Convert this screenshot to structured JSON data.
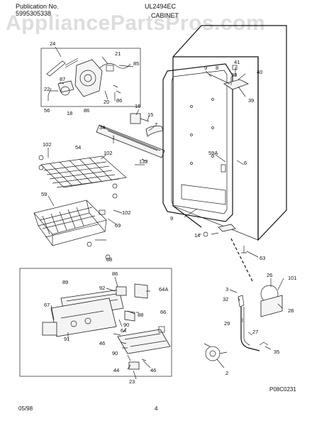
{
  "header": {
    "pub_label": "Publication No.",
    "pub_number": "5995305338",
    "model": "UL2494EC",
    "section": "CABINET"
  },
  "watermark": "AppliancePartsPros.com",
  "footer": {
    "date": "05/98",
    "page": "4",
    "figure_code": "P08C0231"
  },
  "callouts": [
    {
      "id": "c24",
      "text": "24"
    },
    {
      "id": "c21",
      "text": "21"
    },
    {
      "id": "c85",
      "text": "85"
    },
    {
      "id": "c87",
      "text": "87"
    },
    {
      "id": "c22",
      "text": "22"
    },
    {
      "id": "c56",
      "text": "56"
    },
    {
      "id": "c18",
      "text": "18"
    },
    {
      "id": "c86a",
      "text": "86"
    },
    {
      "id": "c20",
      "text": "20"
    },
    {
      "id": "c86b",
      "text": "86"
    },
    {
      "id": "c16",
      "text": "16"
    },
    {
      "id": "c15",
      "text": "15"
    },
    {
      "id": "c7",
      "text": "7"
    },
    {
      "id": "c34",
      "text": "34"
    },
    {
      "id": "c1",
      "text": "1"
    },
    {
      "id": "c102a",
      "text": "102"
    },
    {
      "id": "c54",
      "text": "54"
    },
    {
      "id": "c102b",
      "text": "102"
    },
    {
      "id": "c132",
      "text": "132"
    },
    {
      "id": "c59",
      "text": "59"
    },
    {
      "id": "c102c",
      "text": "102"
    },
    {
      "id": "c69",
      "text": "69"
    },
    {
      "id": "c68",
      "text": "68"
    },
    {
      "id": "c9a",
      "text": "9"
    },
    {
      "id": "c8",
      "text": "8"
    },
    {
      "id": "c41",
      "text": "41"
    },
    {
      "id": "c38",
      "text": "38"
    },
    {
      "id": "c40",
      "text": "40"
    },
    {
      "id": "c39",
      "text": "39"
    },
    {
      "id": "c59A",
      "text": "59A"
    },
    {
      "id": "c6",
      "text": "6"
    },
    {
      "id": "c9b",
      "text": "9"
    },
    {
      "id": "c14",
      "text": "14"
    },
    {
      "id": "c63",
      "text": "63"
    },
    {
      "id": "c26",
      "text": "26"
    },
    {
      "id": "c101",
      "text": "101"
    },
    {
      "id": "c3",
      "text": "3"
    },
    {
      "id": "c32",
      "text": "32"
    },
    {
      "id": "c29",
      "text": "29"
    },
    {
      "id": "c27",
      "text": "27"
    },
    {
      "id": "c28",
      "text": "28"
    },
    {
      "id": "c35",
      "text": "35"
    },
    {
      "id": "c2",
      "text": "2"
    },
    {
      "id": "c86c",
      "text": "86"
    },
    {
      "id": "c89",
      "text": "89"
    },
    {
      "id": "c92",
      "text": "92"
    },
    {
      "id": "c64A",
      "text": "64A"
    },
    {
      "id": "c67",
      "text": "67"
    },
    {
      "id": "c88",
      "text": "88"
    },
    {
      "id": "c66",
      "text": "66"
    },
    {
      "id": "c90a",
      "text": "90"
    },
    {
      "id": "c64",
      "text": "64"
    },
    {
      "id": "c91",
      "text": "91"
    },
    {
      "id": "c46a",
      "text": "46"
    },
    {
      "id": "c90b",
      "text": "90"
    },
    {
      "id": "c44",
      "text": "44"
    },
    {
      "id": "c46b",
      "text": "46"
    },
    {
      "id": "c23",
      "text": "23"
    }
  ]
}
